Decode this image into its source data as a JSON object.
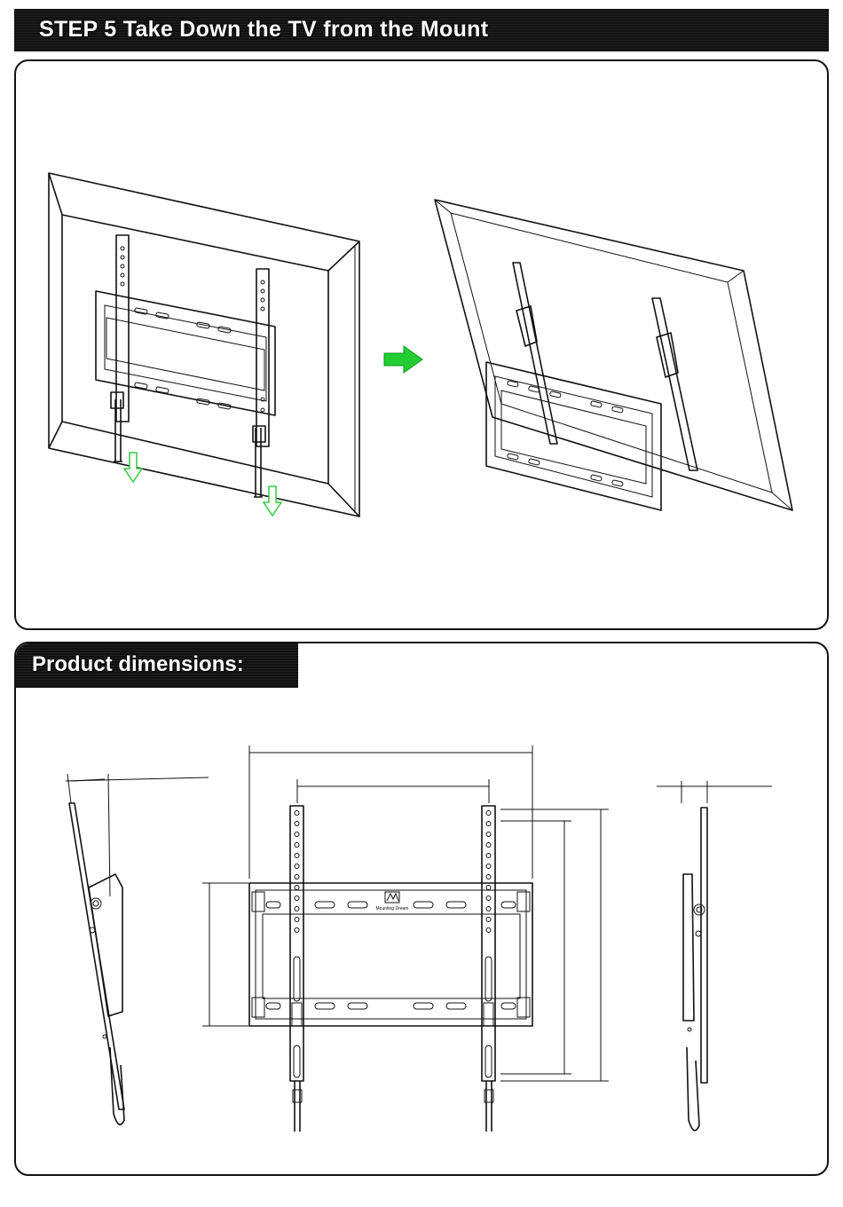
{
  "header": {
    "step_title": "STEP 5 Take Down the TV from the Mount"
  },
  "dimensions_section": {
    "title": "Product dimensions:"
  },
  "illustration": {
    "before_label": "tv-with-mount-pull-cords",
    "after_label": "tv-tilted-off-mount",
    "arrow_color": "#22cc33",
    "pull_arrow_color": "#33cc44"
  },
  "logo": {
    "text": "Mounting Dream"
  }
}
